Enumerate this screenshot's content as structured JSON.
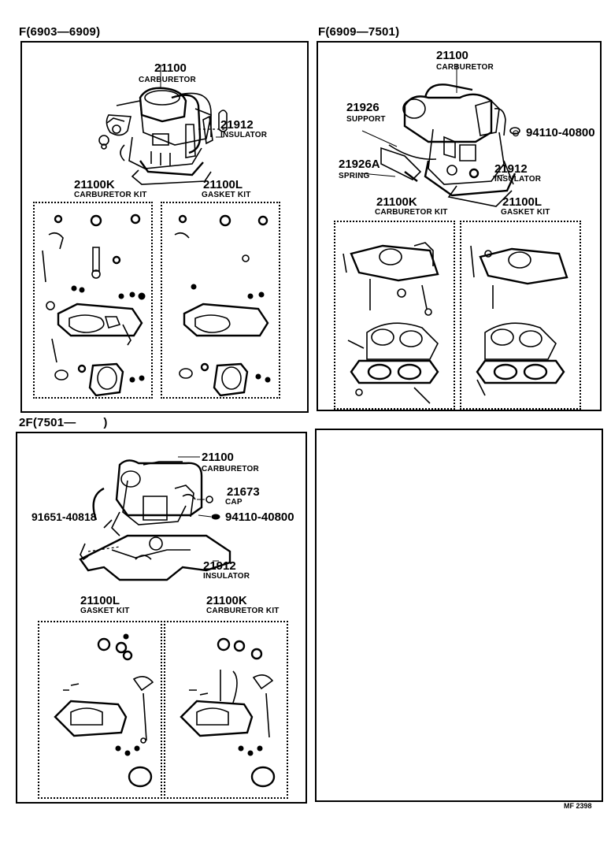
{
  "sections": {
    "s1": {
      "header": "F(6903—6909)",
      "carburetor": {
        "part": "21100",
        "name": "CARBURETOR"
      },
      "insulator": {
        "part": "21912",
        "name": "INSULATOR"
      },
      "kit_k": {
        "part": "21100K",
        "name": "CARBURETOR KIT"
      },
      "kit_l": {
        "part": "21100L",
        "name": "GASKET KIT"
      }
    },
    "s2": {
      "header": "F(6909—7501)",
      "carburetor": {
        "part": "21100",
        "name": "CARBURETOR"
      },
      "support": {
        "part": "21926",
        "name": "SUPPORT"
      },
      "bolt": {
        "part": "94110-40800"
      },
      "spring": {
        "part": "21926A",
        "name": "SPRING"
      },
      "insulator": {
        "part": "21912",
        "name": "INSULATOR"
      },
      "kit_k": {
        "part": "21100K",
        "name": "CARBURETOR KIT"
      },
      "kit_l": {
        "part": "21100L",
        "name": "GASKET KIT"
      }
    },
    "s3": {
      "header": "2F(7501—        )",
      "carburetor": {
        "part": "21100",
        "name": "CARBURETOR"
      },
      "cap": {
        "part": "21673",
        "name": "CAP"
      },
      "bolt": {
        "part": "94110-40800"
      },
      "stud": {
        "part": "91651-40818"
      },
      "insulator": {
        "part": "21912",
        "name": "INSULATOR"
      },
      "kit_l": {
        "part": "21100L",
        "name": "GASKET KIT"
      },
      "kit_k": {
        "part": "21100K",
        "name": "CARBURETOR KIT"
      }
    }
  },
  "footer": {
    "code": "MF 2398"
  }
}
